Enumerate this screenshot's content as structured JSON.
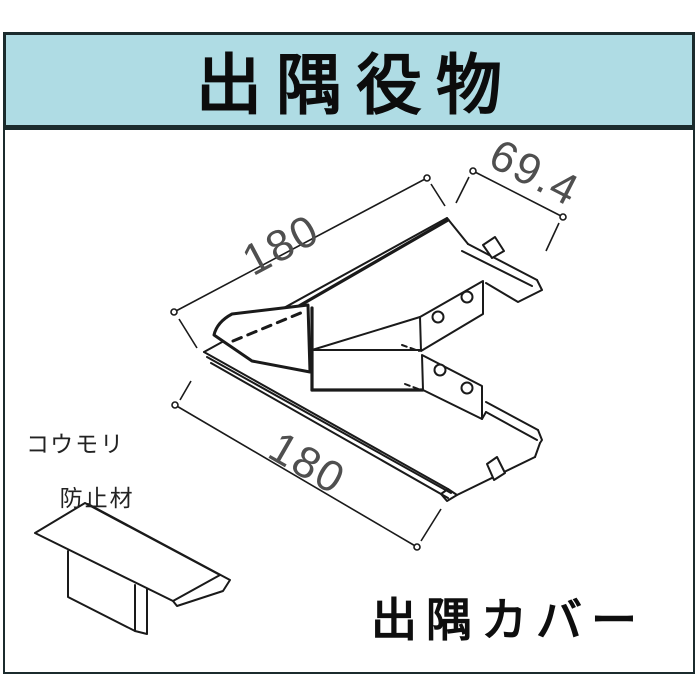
{
  "page": {
    "title": "出隅役物"
  },
  "diagram": {
    "dim_length_top": "180",
    "dim_width": "69.4",
    "dim_length_bottom": "180",
    "cover_label": "出隅カバー",
    "insert_label_line1": "コウモリ",
    "insert_label_line2": "防止材"
  },
  "colors": {
    "title_bar_bg": "#afdce4",
    "box_border": "#1b2b2d",
    "drawing_line": "#1a1a1a",
    "dimension_text": "#4f4f4f"
  }
}
